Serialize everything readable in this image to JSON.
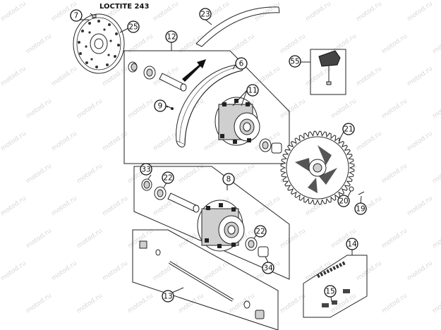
{
  "labels": {
    "loctite": "LOCTITE 243"
  },
  "watermark": "motod.ru",
  "callouts": [
    {
      "id": "c7",
      "text": "7"
    },
    {
      "id": "c25",
      "text": "25"
    },
    {
      "id": "c23",
      "text": "23"
    },
    {
      "id": "c12",
      "text": "12"
    },
    {
      "id": "c6",
      "text": "6"
    },
    {
      "id": "c55",
      "text": "55"
    },
    {
      "id": "c11",
      "text": "11"
    },
    {
      "id": "c9",
      "text": "9"
    },
    {
      "id": "c21",
      "text": "21"
    },
    {
      "id": "c33",
      "text": "33"
    },
    {
      "id": "c22a",
      "text": "22"
    },
    {
      "id": "c8",
      "text": "8"
    },
    {
      "id": "c20",
      "text": "20"
    },
    {
      "id": "c19",
      "text": "19"
    },
    {
      "id": "c22b",
      "text": "22"
    },
    {
      "id": "c14",
      "text": "14"
    },
    {
      "id": "c34",
      "text": "34"
    },
    {
      "id": "c15",
      "text": "15"
    },
    {
      "id": "c13",
      "text": "13"
    }
  ]
}
